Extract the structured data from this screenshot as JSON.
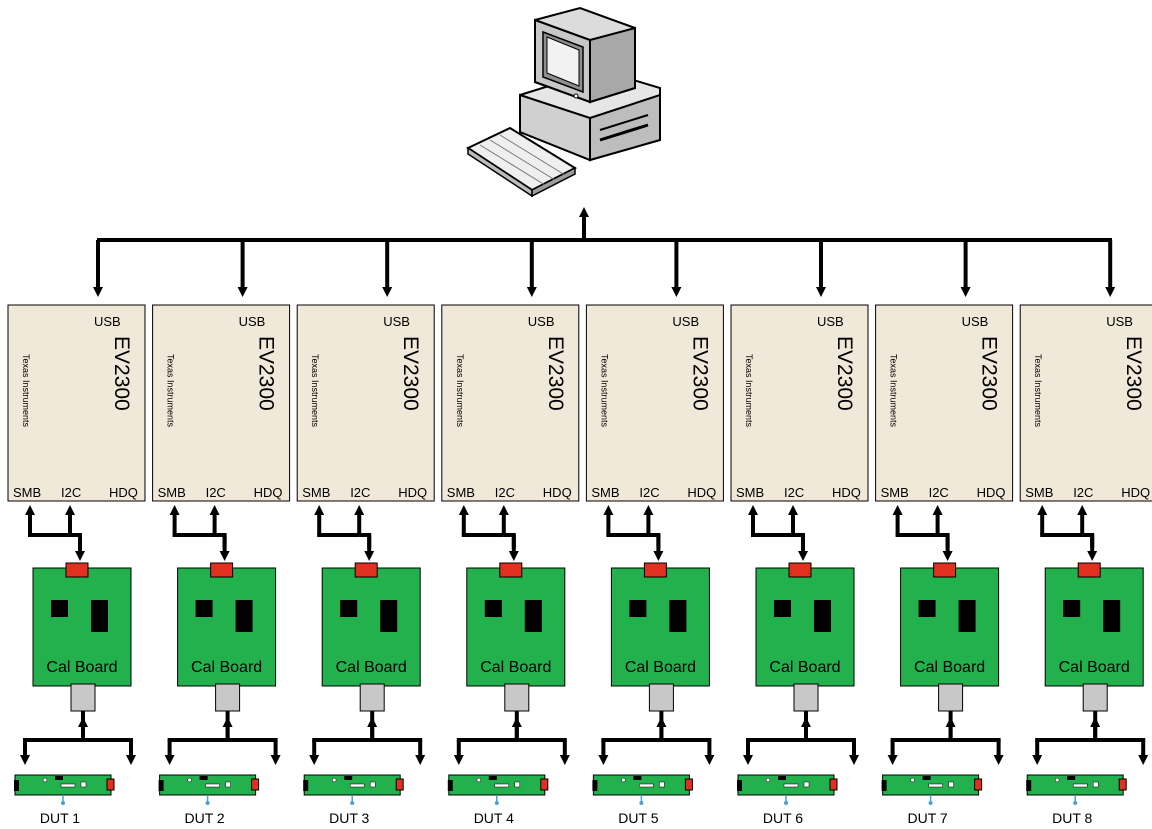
{
  "ev_units": [
    {
      "usb": "USB",
      "model": "EV2300",
      "vendor": "Texas Instruments",
      "ports": [
        "SMB",
        "I2C",
        "HDQ"
      ]
    },
    {
      "usb": "USB",
      "model": "EV2300",
      "vendor": "Texas Instruments",
      "ports": [
        "SMB",
        "I2C",
        "HDQ"
      ]
    },
    {
      "usb": "USB",
      "model": "EV2300",
      "vendor": "Texas Instruments",
      "ports": [
        "SMB",
        "I2C",
        "HDQ"
      ]
    },
    {
      "usb": "USB",
      "model": "EV2300",
      "vendor": "Texas Instruments",
      "ports": [
        "SMB",
        "I2C",
        "HDQ"
      ]
    },
    {
      "usb": "USB",
      "model": "EV2300",
      "vendor": "Texas Instruments",
      "ports": [
        "SMB",
        "I2C",
        "HDQ"
      ]
    },
    {
      "usb": "USB",
      "model": "EV2300",
      "vendor": "Texas Instruments",
      "ports": [
        "SMB",
        "I2C",
        "HDQ"
      ]
    },
    {
      "usb": "USB",
      "model": "EV2300",
      "vendor": "Texas Instruments",
      "ports": [
        "SMB",
        "I2C",
        "HDQ"
      ]
    },
    {
      "usb": "USB",
      "model": "EV2300",
      "vendor": "Texas Instruments",
      "ports": [
        "SMB",
        "I2C",
        "HDQ"
      ]
    }
  ],
  "cal_boards": [
    "Cal Board",
    "Cal Board",
    "Cal Board",
    "Cal Board",
    "Cal Board",
    "Cal Board",
    "Cal Board",
    "Cal Board"
  ],
  "duts": [
    "DUT 1",
    "DUT 2",
    "DUT 3",
    "DUT 4",
    "DUT 5",
    "DUT 6",
    "DUT 7",
    "DUT 8"
  ],
  "colors": {
    "ev_fill": "#f0e8d8",
    "board_green": "#22b14c",
    "connector_red": "#e03020",
    "connector_gray": "#c8c8c8",
    "line": "#000000"
  },
  "icons": {
    "host": "desktop-computer-icon"
  }
}
